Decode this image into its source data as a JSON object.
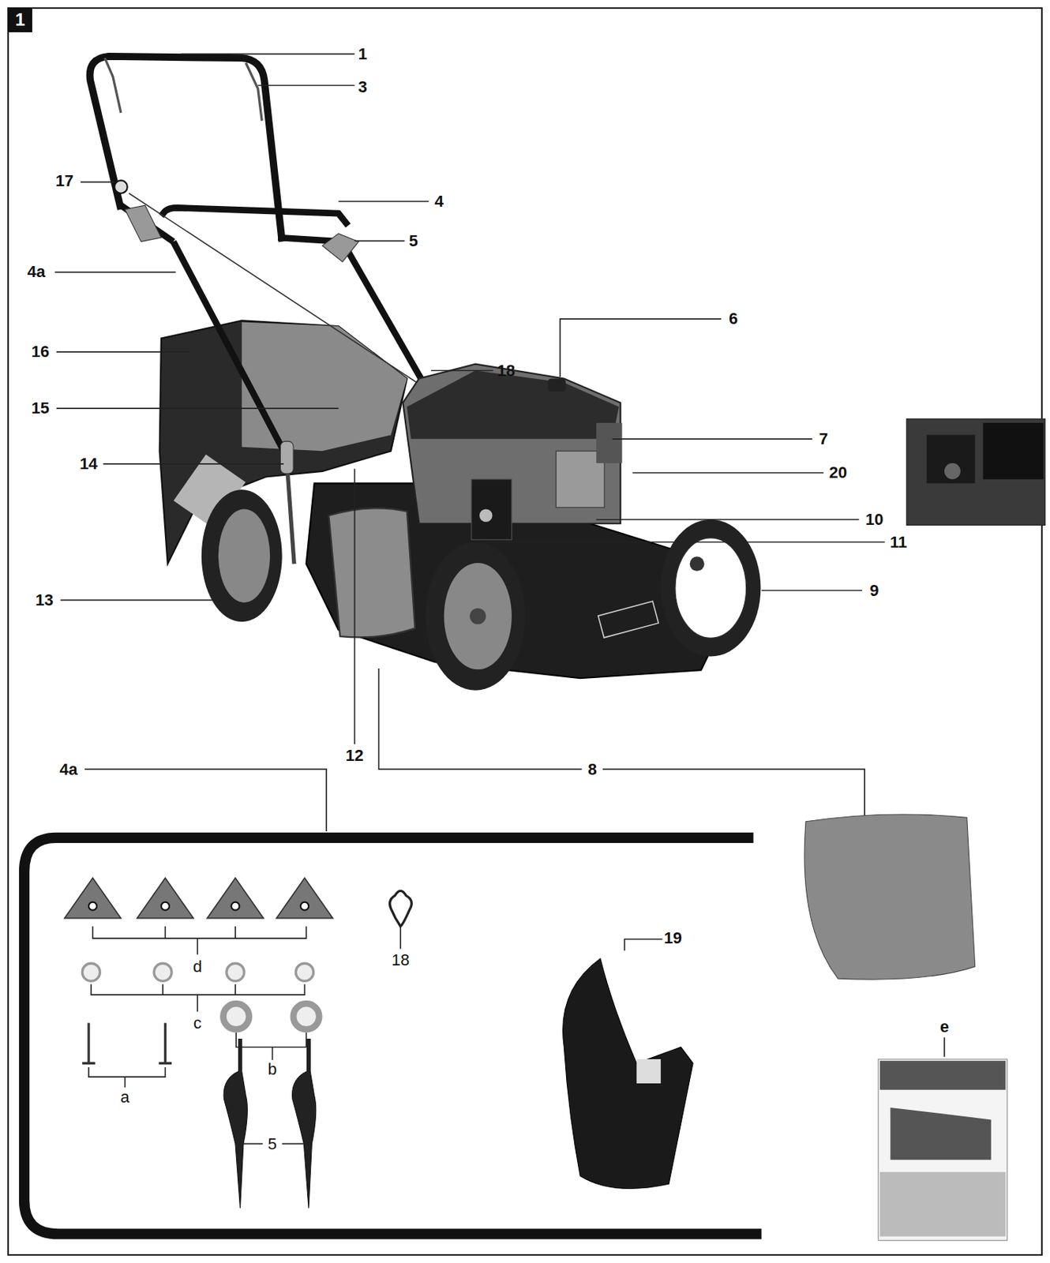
{
  "diagram": {
    "nodes": [
      {
        "text": [
          "1"
        ]
      }
    ],
    "labels": [
      "1",
      "3",
      "17",
      "4",
      "5",
      "4a",
      "6",
      "16",
      "18",
      "15",
      "7",
      "14",
      "20",
      "10",
      "11",
      "13",
      "9",
      "12",
      "8",
      "4a",
      "d",
      "18",
      "19",
      "c",
      "b",
      "a",
      "5",
      "e"
    ]
  }
}
